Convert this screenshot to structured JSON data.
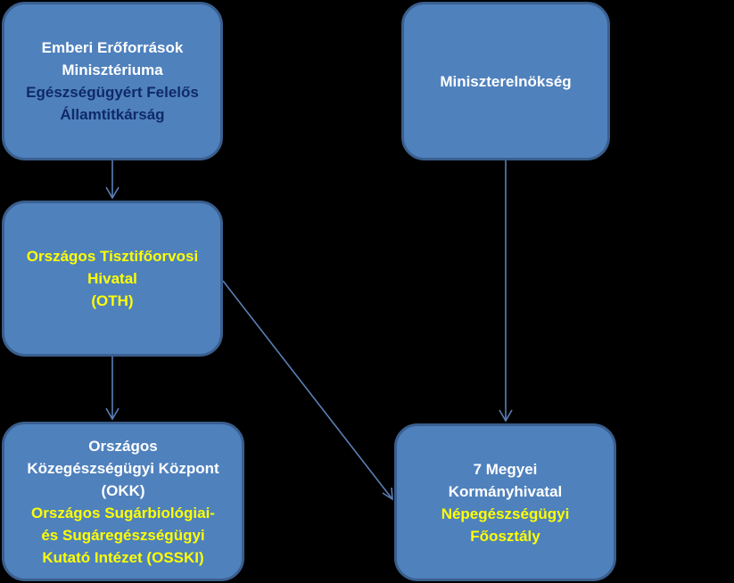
{
  "colors": {
    "background": "#000000",
    "box_fill": "#4F81BD",
    "box_border": "#3A5F8E",
    "arrow": "#5B7FB5",
    "text_white": "#FFFFFF",
    "text_dark_blue": "#0F2A66",
    "text_yellow": "#FFFF00"
  },
  "nodes": {
    "emmi": {
      "line1": "Emberi Erőforrások",
      "line2": "Minisztériuma",
      "line3": "Egészségügyért Felelős",
      "line4": "Államtitkárság"
    },
    "me": {
      "line1": "Miniszterelnökség"
    },
    "oth": {
      "line1": "Országos Tisztifőorvosi",
      "line2": "Hivatal",
      "line3": "(OTH)"
    },
    "okk": {
      "line1": "Országos",
      "line2": "Közegészségügyi Központ",
      "line3": "(OKK)",
      "line4": "Országos  Sugárbiológiai-",
      "line5": "és  Sugáregészségügyi",
      "line6": "Kutató  Intézet  (OSSKI)"
    },
    "megyei": {
      "line1": "7 Megyei",
      "line2": "Kormányhivatal",
      "line3": "Népegészségügyi",
      "line4": "Főosztály"
    }
  }
}
